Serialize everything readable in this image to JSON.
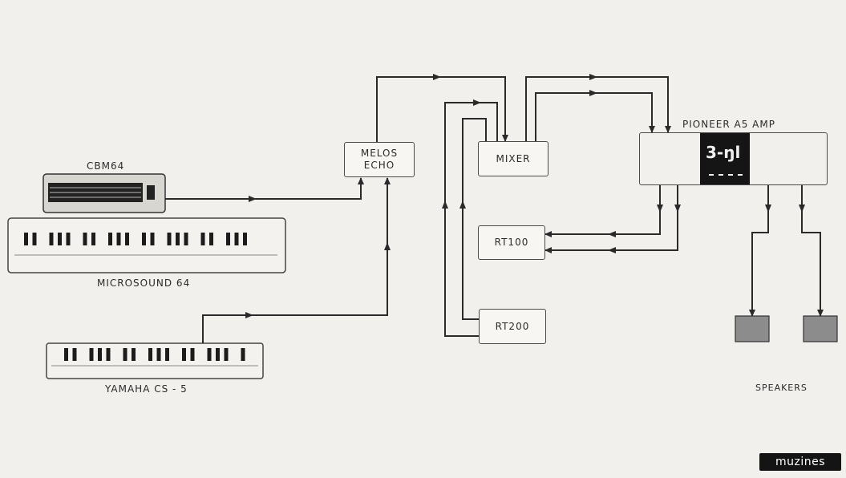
{
  "devices": {
    "cbm64": "CBM64",
    "microsound": "MICROSOUND 64",
    "yamaha": "YAMAHA CS - 5",
    "melos_line1": "MELOS",
    "melos_line2": "ECHO",
    "mixer": "MIXER",
    "rt100": "RT100",
    "rt200": "RT200",
    "amp": "PIONEER A5 AMP",
    "speakers": "SPEAKERS"
  },
  "branding": {
    "logo": "muzines"
  }
}
